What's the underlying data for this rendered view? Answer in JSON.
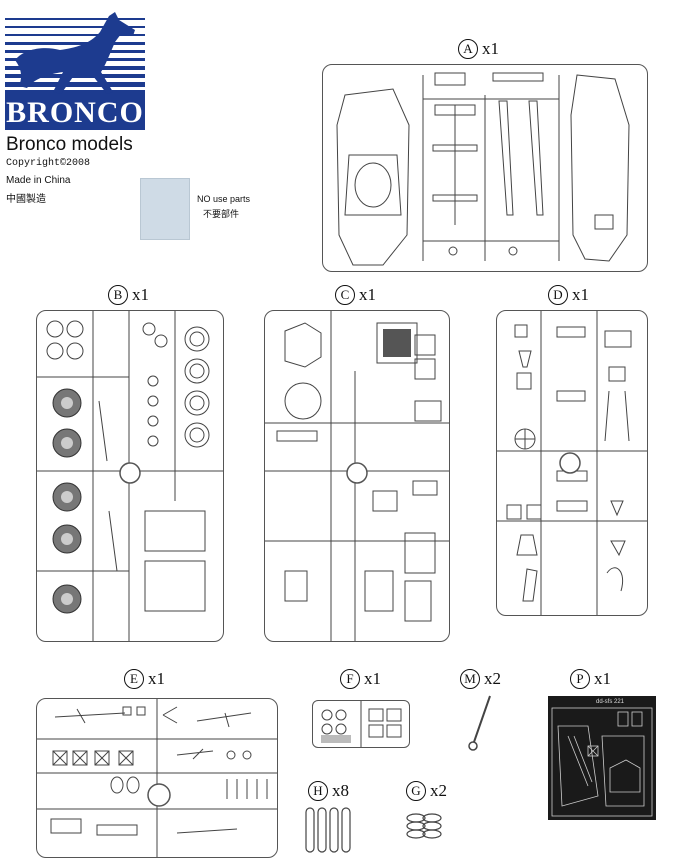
{
  "brand": {
    "name": "BRONCO",
    "subtitle": "Bronco models",
    "copyright": "Copyright©2008",
    "made_in": "Made  in  China",
    "made_in_cn": "中國製造",
    "logo_color": "#1d3b8f"
  },
  "no_use": {
    "label": "NO use parts",
    "label_cn": "不要部件",
    "swatch_color": "#cfdbe6"
  },
  "sprues": {
    "A": {
      "letter": "A",
      "qty": "x1"
    },
    "B": {
      "letter": "B",
      "qty": "x1"
    },
    "C": {
      "letter": "C",
      "qty": "x1"
    },
    "D": {
      "letter": "D",
      "qty": "x1"
    },
    "E": {
      "letter": "E",
      "qty": "x1"
    },
    "F": {
      "letter": "F",
      "qty": "x1"
    },
    "M": {
      "letter": "M",
      "qty": "x2"
    },
    "P": {
      "letter": "P",
      "qty": "x1"
    },
    "H": {
      "letter": "H",
      "qty": "x8"
    },
    "G": {
      "letter": "G",
      "qty": "x2"
    }
  },
  "etch_text": "dd-sfs 221"
}
